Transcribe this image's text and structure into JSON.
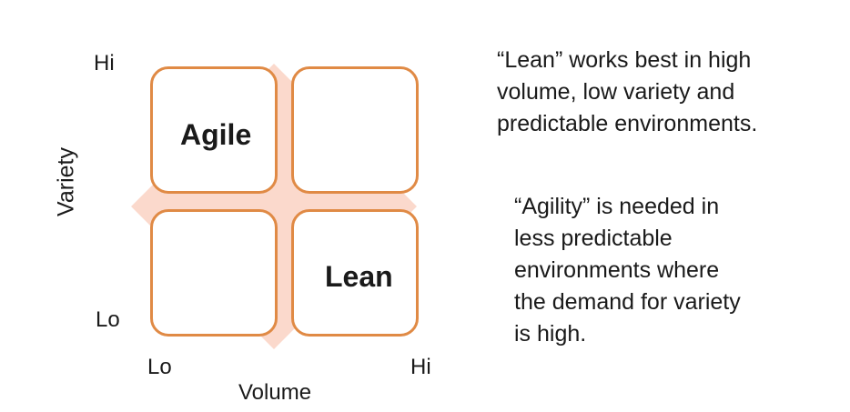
{
  "axes": {
    "y_title": "Variety",
    "y_high": "Hi",
    "y_low": "Lo",
    "x_title": "Volume",
    "x_low": "Lo",
    "x_high": "Hi"
  },
  "quadrants": {
    "top_left": "Agile",
    "top_right": "",
    "bottom_left": "",
    "bottom_right": "Lean"
  },
  "colors": {
    "quadrant_border": "#e08a45",
    "diamond_fill": "#fbd9cc"
  },
  "notes": {
    "lean": [
      "“Lean” works best in high",
      "volume, low variety and",
      "predictable environments."
    ],
    "agility": [
      "“Agility” is needed in",
      "less predictable",
      "environments where",
      "the demand for variety",
      "is high."
    ]
  }
}
